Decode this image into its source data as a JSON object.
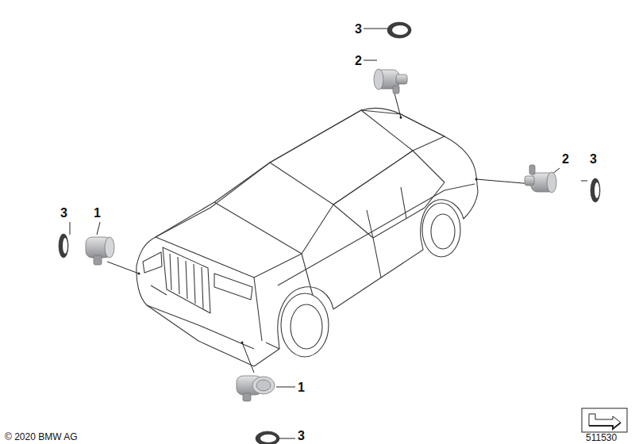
{
  "diagram": {
    "labels": [
      "3",
      "2",
      "2",
      "3",
      "3",
      "1",
      "1",
      "3",
      "© 2020 BMW AG",
      "511530"
    ]
  }
}
